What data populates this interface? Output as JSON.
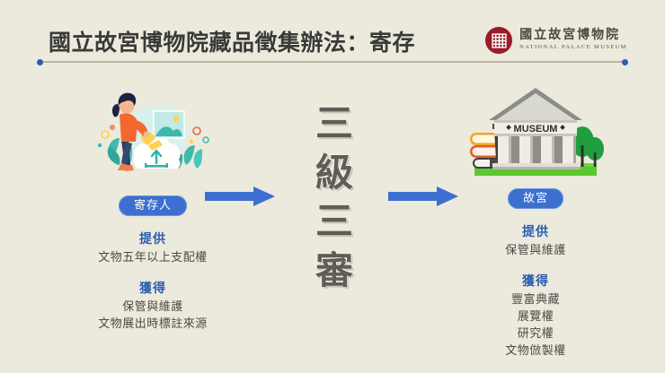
{
  "header": {
    "title": "國立故宮博物院藏品徵集辦法：寄存",
    "brand_cn": "國立故宮博物院",
    "brand_en": "NATIONAL PALACE MUSEUM",
    "divider_dot_color": "#2a5db0",
    "seal_color": "#9b1b26"
  },
  "center": {
    "chars": [
      "三",
      "級",
      "三",
      "審"
    ],
    "text": "三級三審",
    "color": "#5e5e57"
  },
  "arrows": {
    "color": "#3c6fd0",
    "left_name": "arrow-depositor-to-review",
    "right_name": "arrow-review-to-museum"
  },
  "left": {
    "illustration": "person-uploading-artifact-illustration",
    "badge": "寄存人",
    "sections": [
      {
        "heading": "提供",
        "lines": [
          "文物五年以上支配權"
        ]
      },
      {
        "heading": "獲得",
        "lines": [
          "保管與維護",
          "文物展出時標註來源"
        ]
      }
    ]
  },
  "right": {
    "illustration": "museum-building-illustration",
    "museum_sign": "MUSEUM",
    "badge": "故宮",
    "sections": [
      {
        "heading": "提供",
        "lines": [
          "保管與維護"
        ]
      },
      {
        "heading": "獲得",
        "lines": [
          "豐富典藏",
          "展覽權",
          "研究權",
          "文物倣製權"
        ]
      }
    ]
  },
  "theme": {
    "background": "#ece9dd",
    "accent_blue": "#2a5db0",
    "pill_blue": "#3c6fd0",
    "body_text": "#4b4b45",
    "title_text": "#3a3a36"
  }
}
